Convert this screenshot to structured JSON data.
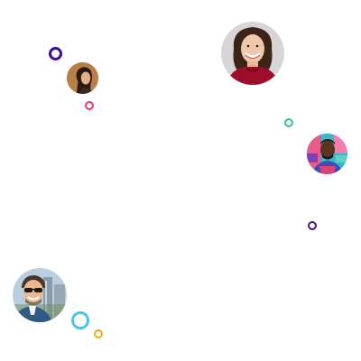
{
  "avatars": [
    {
      "icon": "avatar-woman-dark-hair-profile",
      "tone": "#b07a45"
    },
    {
      "icon": "avatar-woman-red-sweater-smiling",
      "tone": "#9e0e2a"
    },
    {
      "icon": "avatar-man-graffiti-background",
      "tone": "#e85b8a"
    },
    {
      "icon": "avatar-man-sunglasses-city",
      "tone": "#3f6f9a"
    }
  ],
  "decorations": [
    {
      "icon": "ring-icon",
      "color": "#3d0f9c"
    },
    {
      "icon": "ring-icon",
      "color": "#f0327d"
    },
    {
      "icon": "ring-icon",
      "color": "#2ec48a"
    },
    {
      "icon": "ring-icon",
      "color": "#4a128f"
    },
    {
      "icon": "ring-icon",
      "color": "#4cc3ee"
    },
    {
      "icon": "ring-icon",
      "color": "#f5a31a"
    }
  ]
}
